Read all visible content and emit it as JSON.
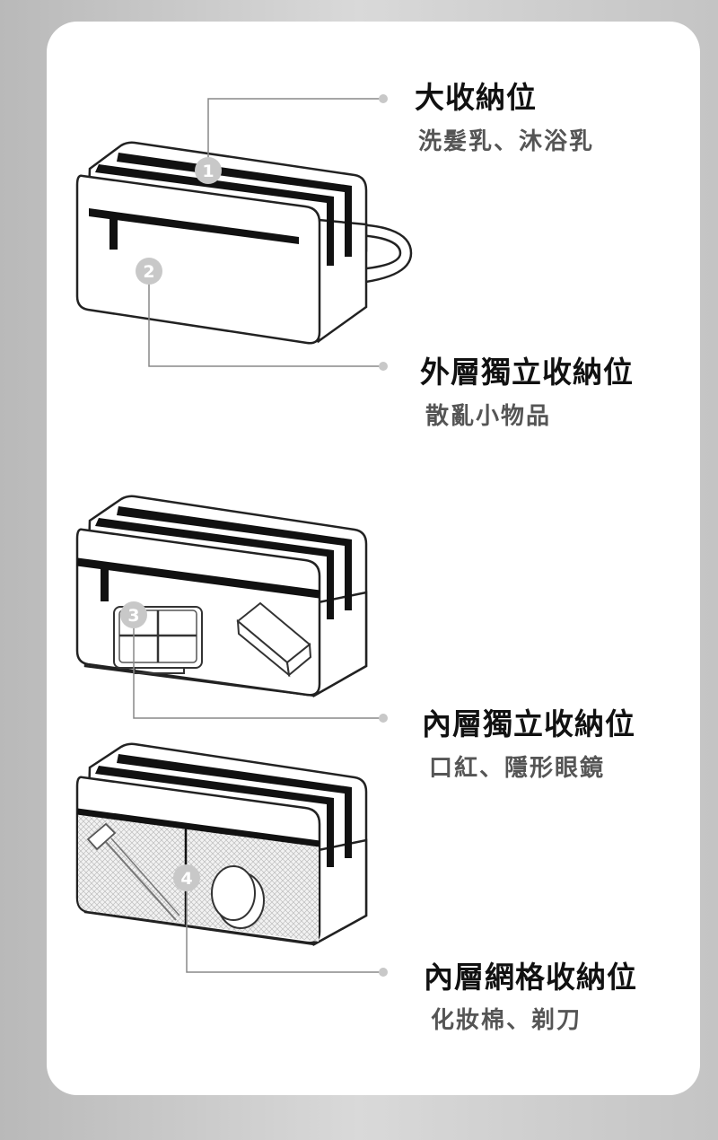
{
  "features": [
    {
      "number": "1",
      "title": "大收納位",
      "desc": "洗髮乳、沐浴乳"
    },
    {
      "number": "2",
      "title": "外層獨立收納位",
      "desc": "散亂小物品"
    },
    {
      "number": "3",
      "title": "內層獨立收納位",
      "desc": "口紅、隱形眼鏡"
    },
    {
      "number": "4",
      "title": "內層網格收納位",
      "desc": "化妝棉、剃刀"
    }
  ],
  "colors": {
    "background": "#cccccc",
    "card": "#ffffff",
    "marker": "#c8c8c8",
    "line": "#888888"
  }
}
